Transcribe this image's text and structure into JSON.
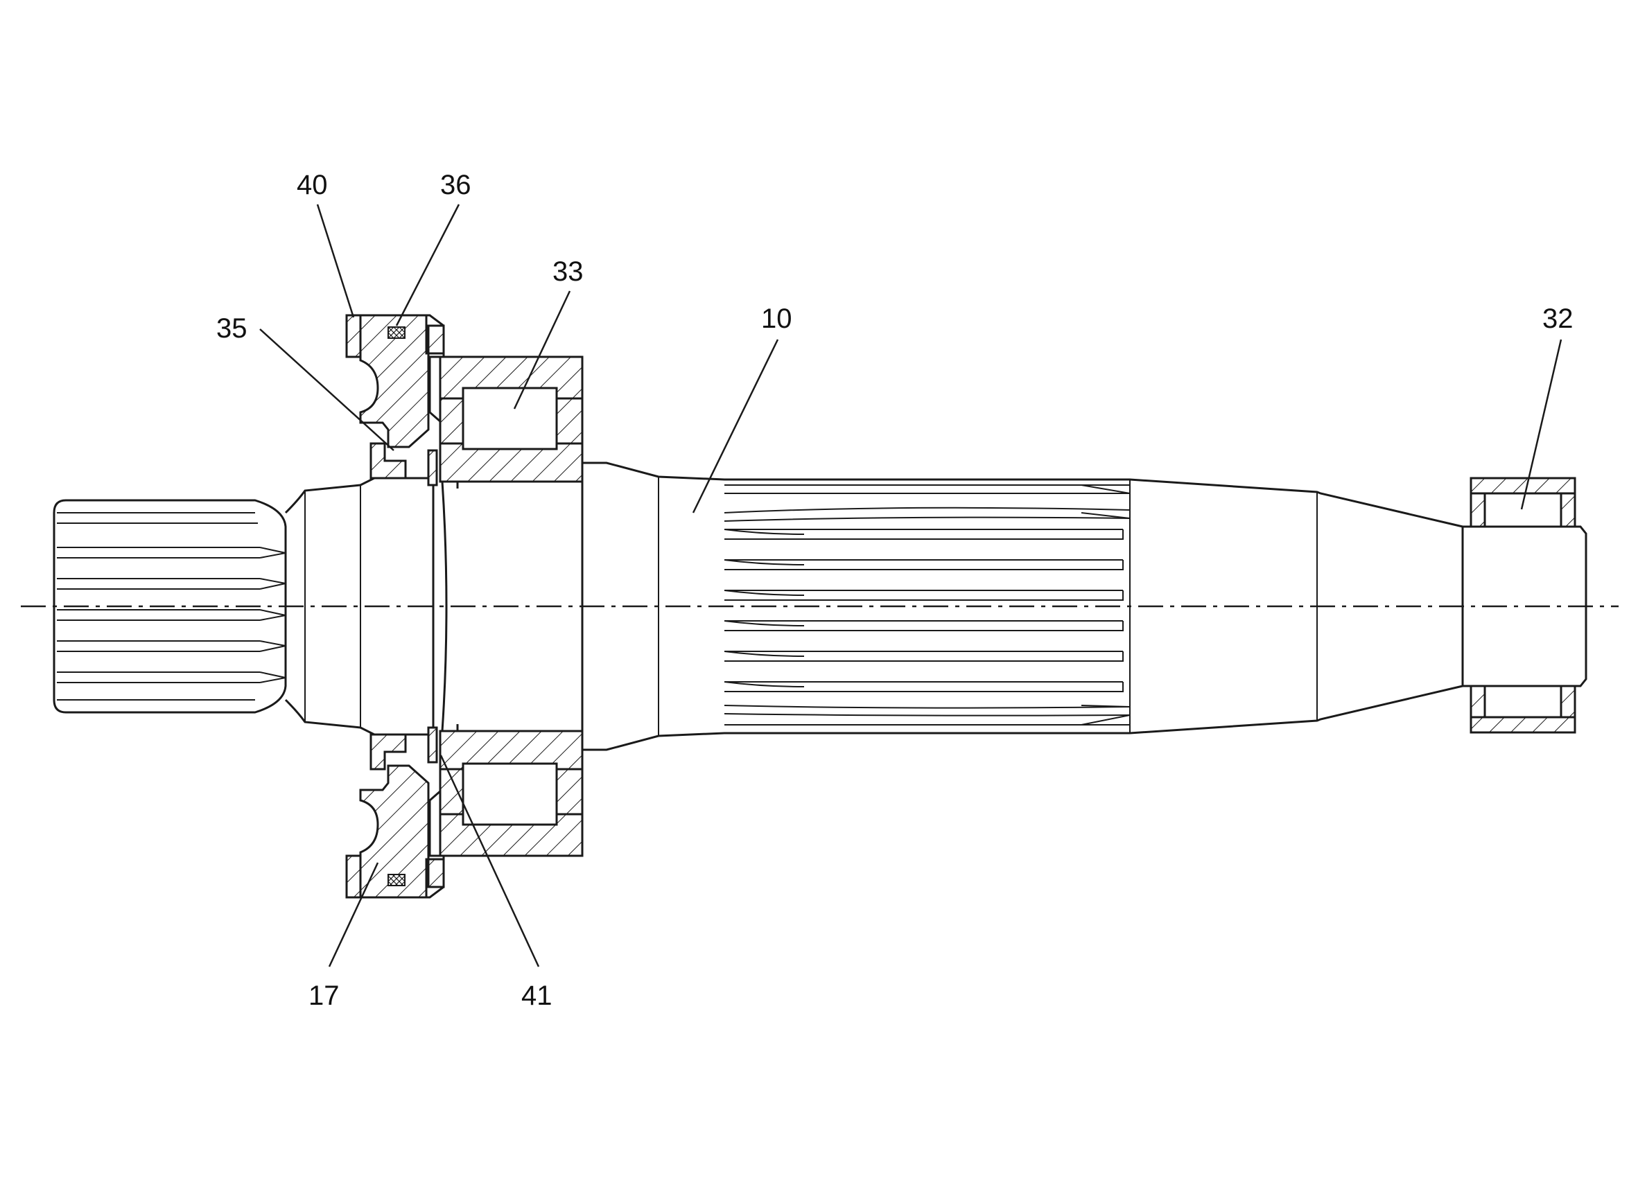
{
  "figure": {
    "reference_numerals": [
      {
        "id": "ref-40",
        "text": "40"
      },
      {
        "id": "ref-36",
        "text": "36"
      },
      {
        "id": "ref-33",
        "text": "33"
      },
      {
        "id": "ref-35",
        "text": "35"
      },
      {
        "id": "ref-10",
        "text": "10"
      },
      {
        "id": "ref-32",
        "text": "32"
      },
      {
        "id": "ref-17",
        "text": "17"
      },
      {
        "id": "ref-41",
        "text": "41"
      }
    ]
  },
  "colors": {
    "line": "#1a1a1a",
    "background": "#ffffff"
  }
}
